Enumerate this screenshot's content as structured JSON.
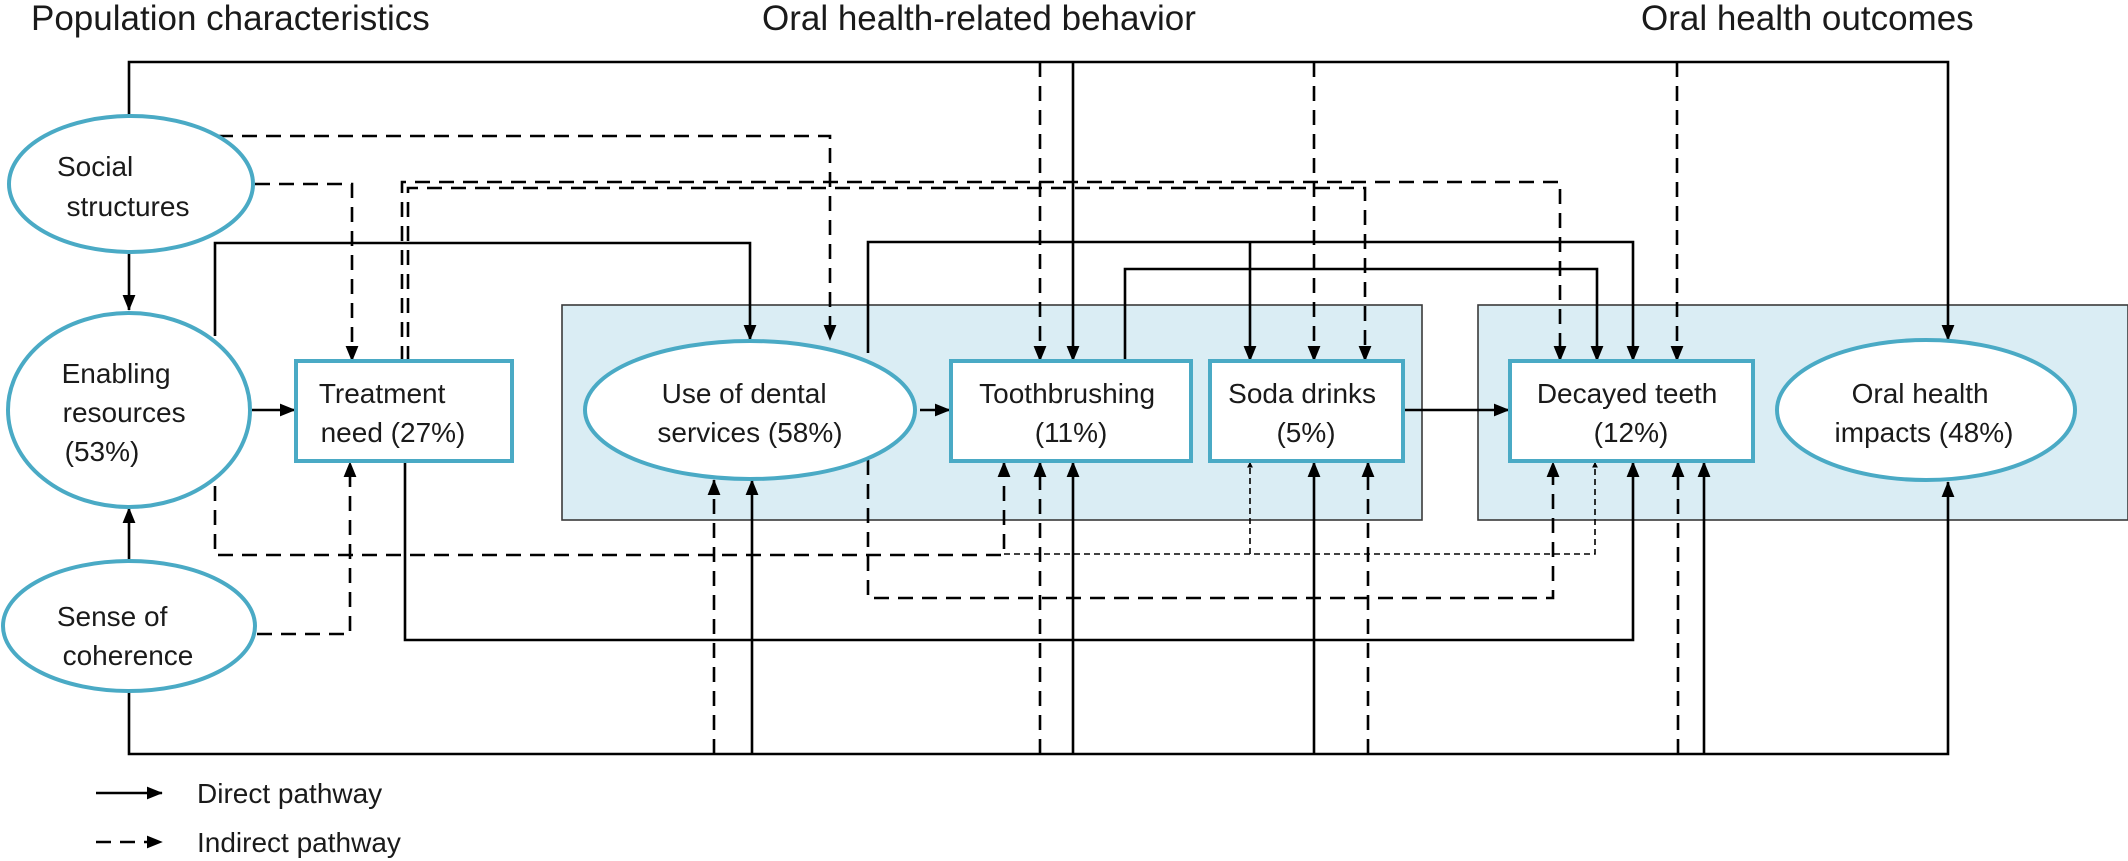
{
  "headers": {
    "population": "Population characteristics",
    "behavior": "Oral health-related behavior",
    "outcomes": "Oral health outcomes"
  },
  "nodes": {
    "social": {
      "lines": [
        "Social",
        "structures"
      ]
    },
    "enabling": {
      "lines": [
        "Enabling",
        "resources",
        "(53%)"
      ]
    },
    "coherence": {
      "lines": [
        "Sense of",
        "coherence"
      ]
    },
    "treatment": {
      "lines": [
        "Treatment",
        "need (27%)"
      ]
    },
    "dental": {
      "lines": [
        "Use of dental",
        "services (58%)"
      ]
    },
    "brush": {
      "lines": [
        "Toothbrushing",
        "(11%)"
      ]
    },
    "soda": {
      "lines": [
        "Soda drinks",
        "(5%)"
      ]
    },
    "decay": {
      "lines": [
        "Decayed teeth",
        "(12%)"
      ]
    },
    "impacts": {
      "lines": [
        "Oral health",
        "impacts (48%)"
      ]
    }
  },
  "legend": {
    "direct": "Direct pathway",
    "indirect": "Indirect pathway"
  }
}
